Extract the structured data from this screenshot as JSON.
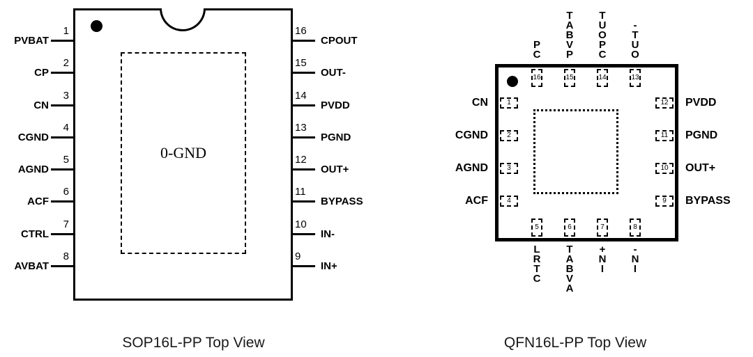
{
  "sop": {
    "caption": "SOP16L-PP Top View",
    "die_label": "0-GND",
    "left_pins": [
      {
        "num": "1",
        "label": "PVBAT"
      },
      {
        "num": "2",
        "label": "CP"
      },
      {
        "num": "3",
        "label": "CN"
      },
      {
        "num": "4",
        "label": "CGND"
      },
      {
        "num": "5",
        "label": "AGND"
      },
      {
        "num": "6",
        "label": "ACF"
      },
      {
        "num": "7",
        "label": "CTRL"
      },
      {
        "num": "8",
        "label": "AVBAT"
      }
    ],
    "right_pins": [
      {
        "num": "16",
        "label": "CPOUT"
      },
      {
        "num": "15",
        "label": "OUT-"
      },
      {
        "num": "14",
        "label": "PVDD"
      },
      {
        "num": "13",
        "label": "PGND"
      },
      {
        "num": "12",
        "label": "OUT+"
      },
      {
        "num": "11",
        "label": "BYPASS"
      },
      {
        "num": "10",
        "label": "IN-"
      },
      {
        "num": "9",
        "label": "IN+"
      }
    ]
  },
  "qfn": {
    "caption": "QFN16L-PP Top View",
    "left_pins": [
      {
        "num": "1",
        "label": "CN"
      },
      {
        "num": "2",
        "label": "CGND"
      },
      {
        "num": "3",
        "label": "AGND"
      },
      {
        "num": "4",
        "label": "ACF"
      }
    ],
    "right_pins": [
      {
        "num": "12",
        "label": "PVDD"
      },
      {
        "num": "11",
        "label": "PGND"
      },
      {
        "num": "10",
        "label": "OUT+"
      },
      {
        "num": "9",
        "label": "BYPASS"
      }
    ],
    "top_pins": [
      {
        "num": "16",
        "label": "CP"
      },
      {
        "num": "15",
        "label": "PVBAT"
      },
      {
        "num": "14",
        "label": "CPOUT"
      },
      {
        "num": "13",
        "label": "OUT-"
      }
    ],
    "bottom_pins": [
      {
        "num": "5",
        "label": "CTRL"
      },
      {
        "num": "6",
        "label": "AVBAT"
      },
      {
        "num": "7",
        "label": "IN+"
      },
      {
        "num": "8",
        "label": "IN-"
      }
    ]
  }
}
